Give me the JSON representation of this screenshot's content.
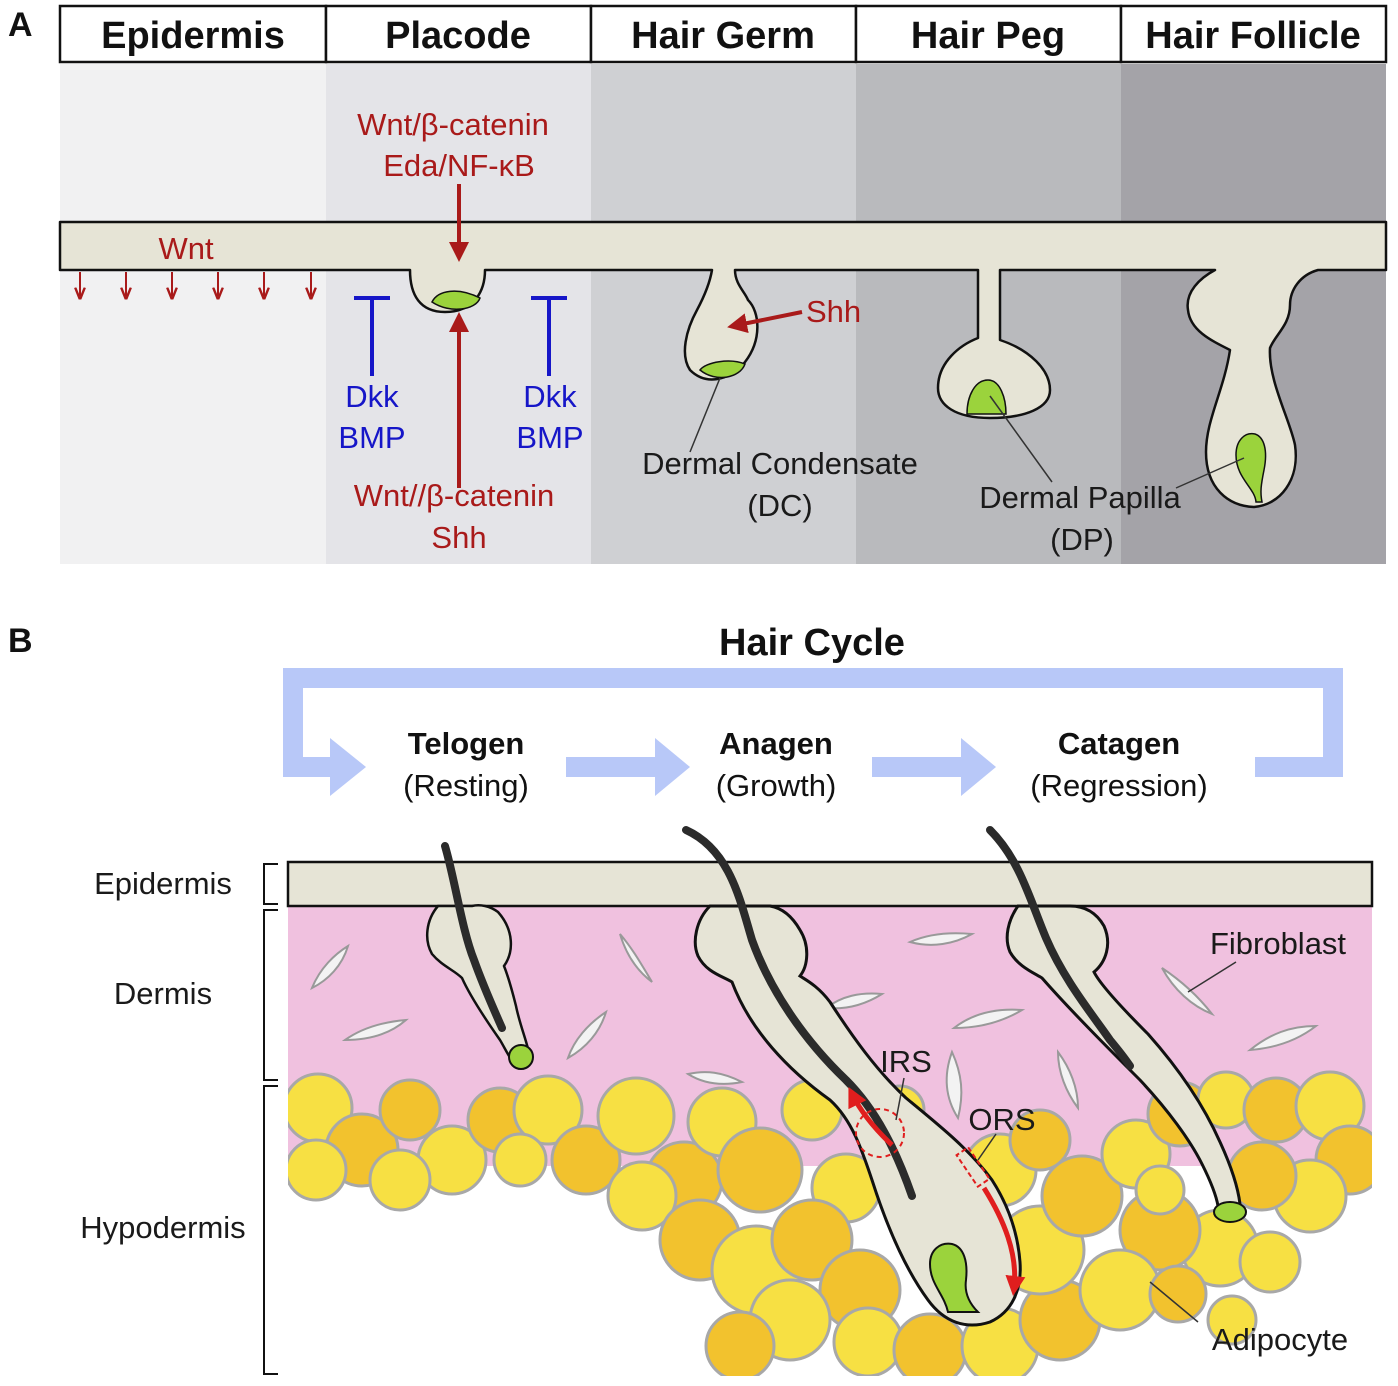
{
  "panel_a": {
    "letter": "A",
    "stages": [
      "Epidermis",
      "Placode",
      "Hair Germ",
      "Hair Peg",
      "Hair Follicle"
    ],
    "stage_colors": [
      "#f1f1f2",
      "#e4e4e8",
      "#cfd0d3",
      "#b9babd",
      "#a4a3a8"
    ],
    "epidermis_color": "#e6e4d6",
    "wnt_label": "Wnt",
    "placode_top_signal_1": "Wnt/β-catenin",
    "placode_top_signal_2": "Eda/NF-κB",
    "dkk_label": "Dkk",
    "bmp_label": "BMP",
    "placode_bottom_signal_1": "Wnt//β-catenin",
    "placode_bottom_signal_2": "Shh",
    "shh_label": "Shh",
    "dc_label_1": "Dermal Condensate",
    "dc_label_2": "(DC)",
    "dp_label_1": "Dermal Papilla",
    "dp_label_2": "(DP)"
  },
  "panel_b": {
    "letter": "B",
    "title": "Hair Cycle",
    "phases": [
      {
        "name": "Telogen",
        "sub": "(Resting)"
      },
      {
        "name": "Anagen",
        "sub": "(Growth)"
      },
      {
        "name": "Catagen",
        "sub": "(Regression)"
      }
    ],
    "layers": [
      "Epidermis",
      "Dermis",
      "Hypodermis"
    ],
    "fibroblast_label": "Fibroblast",
    "adipocyte_label": "Adipocyte",
    "irs_label": "IRS",
    "ors_label": "ORS",
    "colors": {
      "dermis": "#f0c1df",
      "cycle_arrow": "#b8c8f8",
      "fat_light": "#f7e043",
      "fat_dark": "#f2c22e",
      "papilla": "#9bd33c",
      "signal_red": "#a91a1a",
      "signal_blue": "#1616c8"
    }
  }
}
